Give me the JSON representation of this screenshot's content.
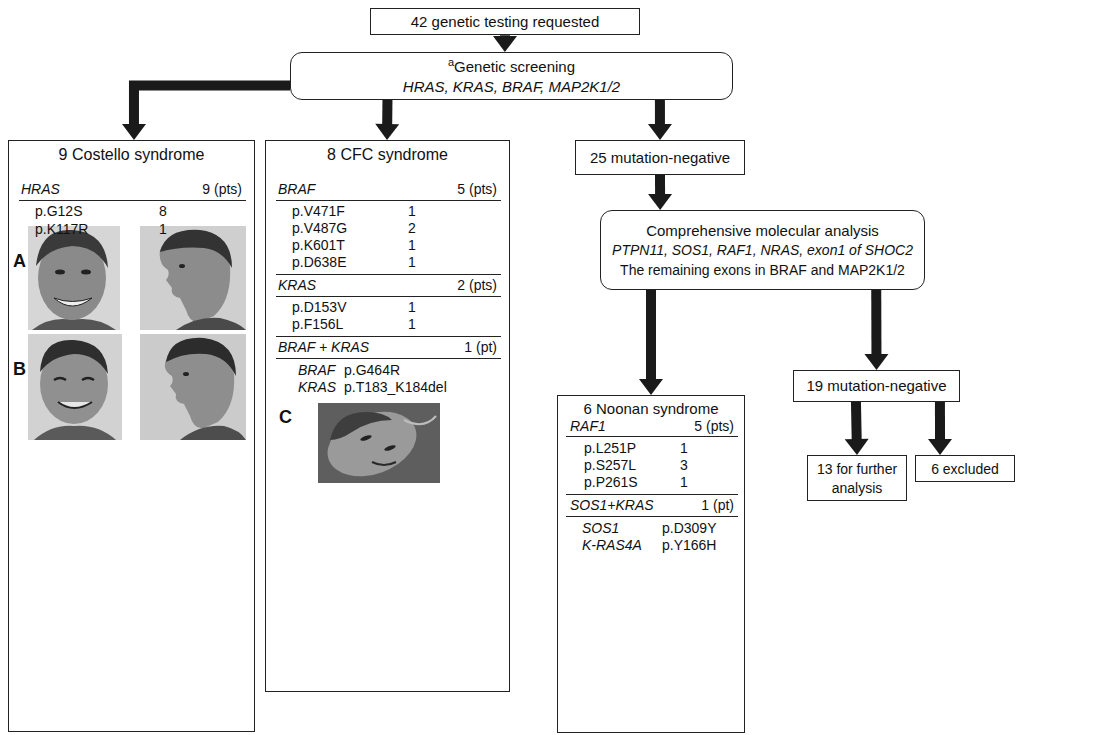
{
  "diagram": {
    "nodes": [
      {
        "text": [
          "42 genetic testing requested"
        ]
      },
      {
        "text": [
          "a",
          "Genetic screening",
          "HRAS, KRAS, BRAF, MAP2K1/2"
        ]
      },
      {
        "text": [
          "9 Costello syndrome",
          "HRAS",
          "9 (pts)",
          "p.G12S",
          "8",
          "p.K117R",
          "1",
          "A",
          "B"
        ]
      },
      {
        "text": [
          "8 CFC syndrome",
          "BRAF",
          "5 (pts)",
          "p.V471F",
          "1",
          "p.V487G",
          "2",
          "p.K601T",
          "1",
          "p.D638E",
          "1",
          "KRAS",
          "2 (pts)",
          "p.D153V",
          "1",
          "p.F156L",
          "1",
          "BRAF + KRAS",
          "1 (pt)",
          "BRAF",
          "p.G464R",
          "KRAS",
          "p.T183_K184del",
          "C"
        ]
      },
      {
        "text": [
          "25 mutation-negative"
        ]
      },
      {
        "text": [
          "Comprehensive molecular analysis",
          "PTPN11, SOS1, RAF1, NRAS, exon1 of SHOC2",
          "The remaining exons in BRAF and MAP2K1/2"
        ]
      },
      {
        "text": [
          "6 Noonan syndrome",
          "RAF1",
          "5 (pts)",
          "p.L251P",
          "1",
          "p.S257L",
          "3",
          "p.P261S",
          "1",
          "SOS1+KRAS",
          "1 (pt)",
          "SOS1",
          "p.D309Y",
          "K-RAS4A",
          "p.Y166H"
        ]
      },
      {
        "text": [
          "19 mutation-negative"
        ]
      },
      {
        "text": [
          "13 for further analysis"
        ]
      },
      {
        "text": [
          "6 excluded"
        ]
      }
    ],
    "edges": [
      {
        "from": 0,
        "to": 1,
        "arrow": "to"
      },
      {
        "from": 1,
        "to": 2,
        "arrow": "to"
      },
      {
        "from": 1,
        "to": 3,
        "arrow": "to"
      },
      {
        "from": 1,
        "to": 4,
        "arrow": "to"
      },
      {
        "from": 4,
        "to": 5,
        "arrow": "to"
      },
      {
        "from": 5,
        "to": 6,
        "arrow": "to"
      },
      {
        "from": 5,
        "to": 7,
        "arrow": "to"
      },
      {
        "from": 7,
        "to": 8,
        "arrow": "to"
      },
      {
        "from": 7,
        "to": 9,
        "arrow": "to"
      }
    ]
  }
}
